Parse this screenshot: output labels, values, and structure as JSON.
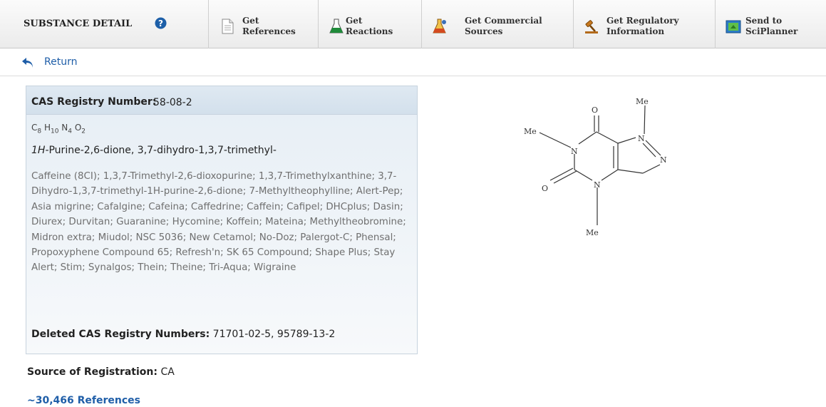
{
  "toolbar": {
    "title": "SUBSTANCE DETAIL",
    "buttons": [
      {
        "line1": "Get",
        "line2": "References"
      },
      {
        "line1": "Get",
        "line2": "Reactions"
      },
      {
        "line1": "Get Commercial",
        "line2": "Sources"
      },
      {
        "line1": "Get Regulatory",
        "line2": "Information"
      },
      {
        "line1": "Send to",
        "line2": "SciPlanner"
      }
    ]
  },
  "nav": {
    "return_label": "Return"
  },
  "substance": {
    "cas_label": "CAS Registry Number:",
    "cas_number": "58-08-2",
    "formula": [
      {
        "el": "C",
        "n": "8"
      },
      {
        "el": "H",
        "n": "10"
      },
      {
        "el": "N",
        "n": "4"
      },
      {
        "el": "O",
        "n": "2"
      }
    ],
    "index_name_italic": "1H",
    "index_name_rest": "-Purine-2,6-dione, 3,7-dihydro-1,3,7-trimethyl-",
    "synonyms": "Caffeine (8CI); 1,3,7-Trimethyl-2,6-dioxopurine; 1,3,7-Trimethylxanthine; 3,7-Dihydro-1,3,7-trimethyl-1H-purine-2,6-dione; 7-Methyltheophylline; Alert-Pep; Asia migrine; Cafalgine; Cafeina; Caffedrine; Caffein; Cafipel; DHCplus; Dasin; Diurex; Durvitan; Guaranine; Hycomine; Koffein; Mateina; Methyltheobromine; Midron extra; Miudol; NSC 5036; New Cetamol; No-Doz; Palergot-C; Phensal; Propoxyphene Compound 65; Refresh'n; SK 65 Compound; Shape Plus; Stay Alert; Stim; Synalgos; Thein; Theine; Tri-Aqua; Wigraine",
    "deleted_label": "Deleted CAS Registry Numbers:",
    "deleted_numbers": "71701-02-5, 95789-13-2",
    "source_label": "Source of Registration:",
    "source_value": "CA",
    "references_link": "~30,466 References"
  },
  "structure": {
    "labels": {
      "me_top": "Me",
      "me_left": "Me",
      "me_bottom": "Me",
      "n": "N",
      "o": "O"
    }
  }
}
